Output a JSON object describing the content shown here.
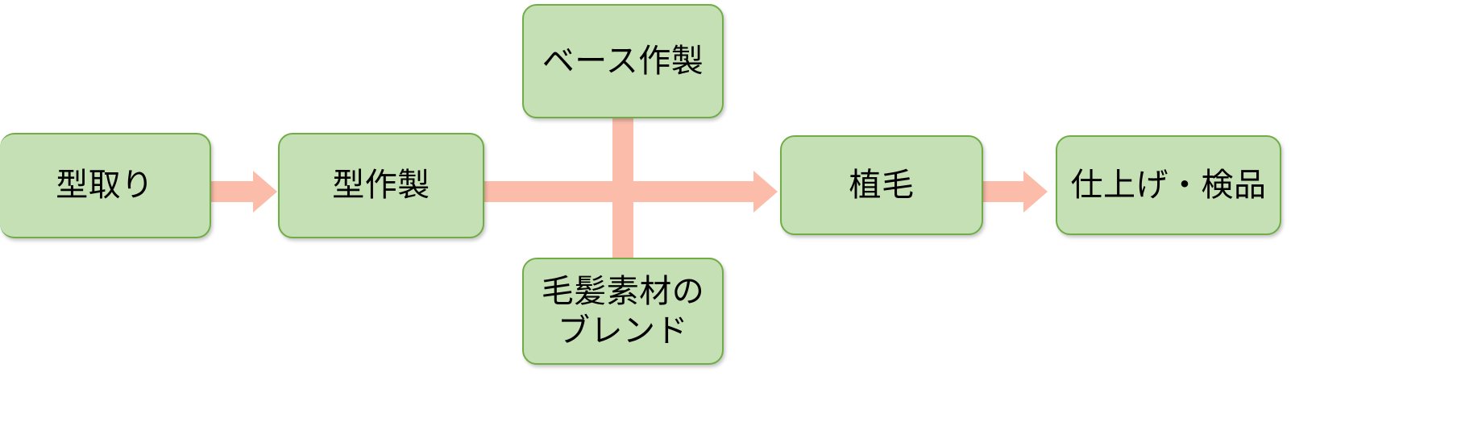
{
  "diagram": {
    "title": "wig manufacturing process flow",
    "orientation": "left-to-right",
    "colors": {
      "node_fill": "#C5E0B4",
      "node_border": "#70AD47",
      "connector": "#FBBCAA",
      "background": "#FFFFFF",
      "text": "#000000"
    },
    "nodes": [
      {
        "id": "katadori",
        "label": "型取り",
        "shape": "rounded-rectangle"
      },
      {
        "id": "katasakusei",
        "label": "型作製",
        "shape": "rounded-rectangle"
      },
      {
        "id": "base",
        "label": "ベース作製",
        "shape": "rounded-rectangle"
      },
      {
        "id": "blend",
        "label": "毛髪素材の\nブレンド",
        "shape": "rounded-rectangle"
      },
      {
        "id": "shokumou",
        "label": "植毛",
        "shape": "rounded-rectangle"
      },
      {
        "id": "shiage",
        "label": "仕上げ・検品",
        "shape": "rounded-rectangle"
      }
    ],
    "connectors": [
      {
        "id": "c1",
        "from": "katadori",
        "to": "katasakusei",
        "style": "arrow",
        "direction": "right"
      },
      {
        "id": "c2",
        "from": "katasakusei",
        "to": "shokumou",
        "style": "arrow",
        "direction": "right"
      },
      {
        "id": "c3",
        "from": "shokumou",
        "to": "shiage",
        "style": "arrow",
        "direction": "right"
      },
      {
        "id": "c4",
        "from": "base",
        "to": "c2",
        "style": "line",
        "direction": "down"
      },
      {
        "id": "c5",
        "from": "blend",
        "to": "c2",
        "style": "line",
        "direction": "up"
      }
    ]
  }
}
